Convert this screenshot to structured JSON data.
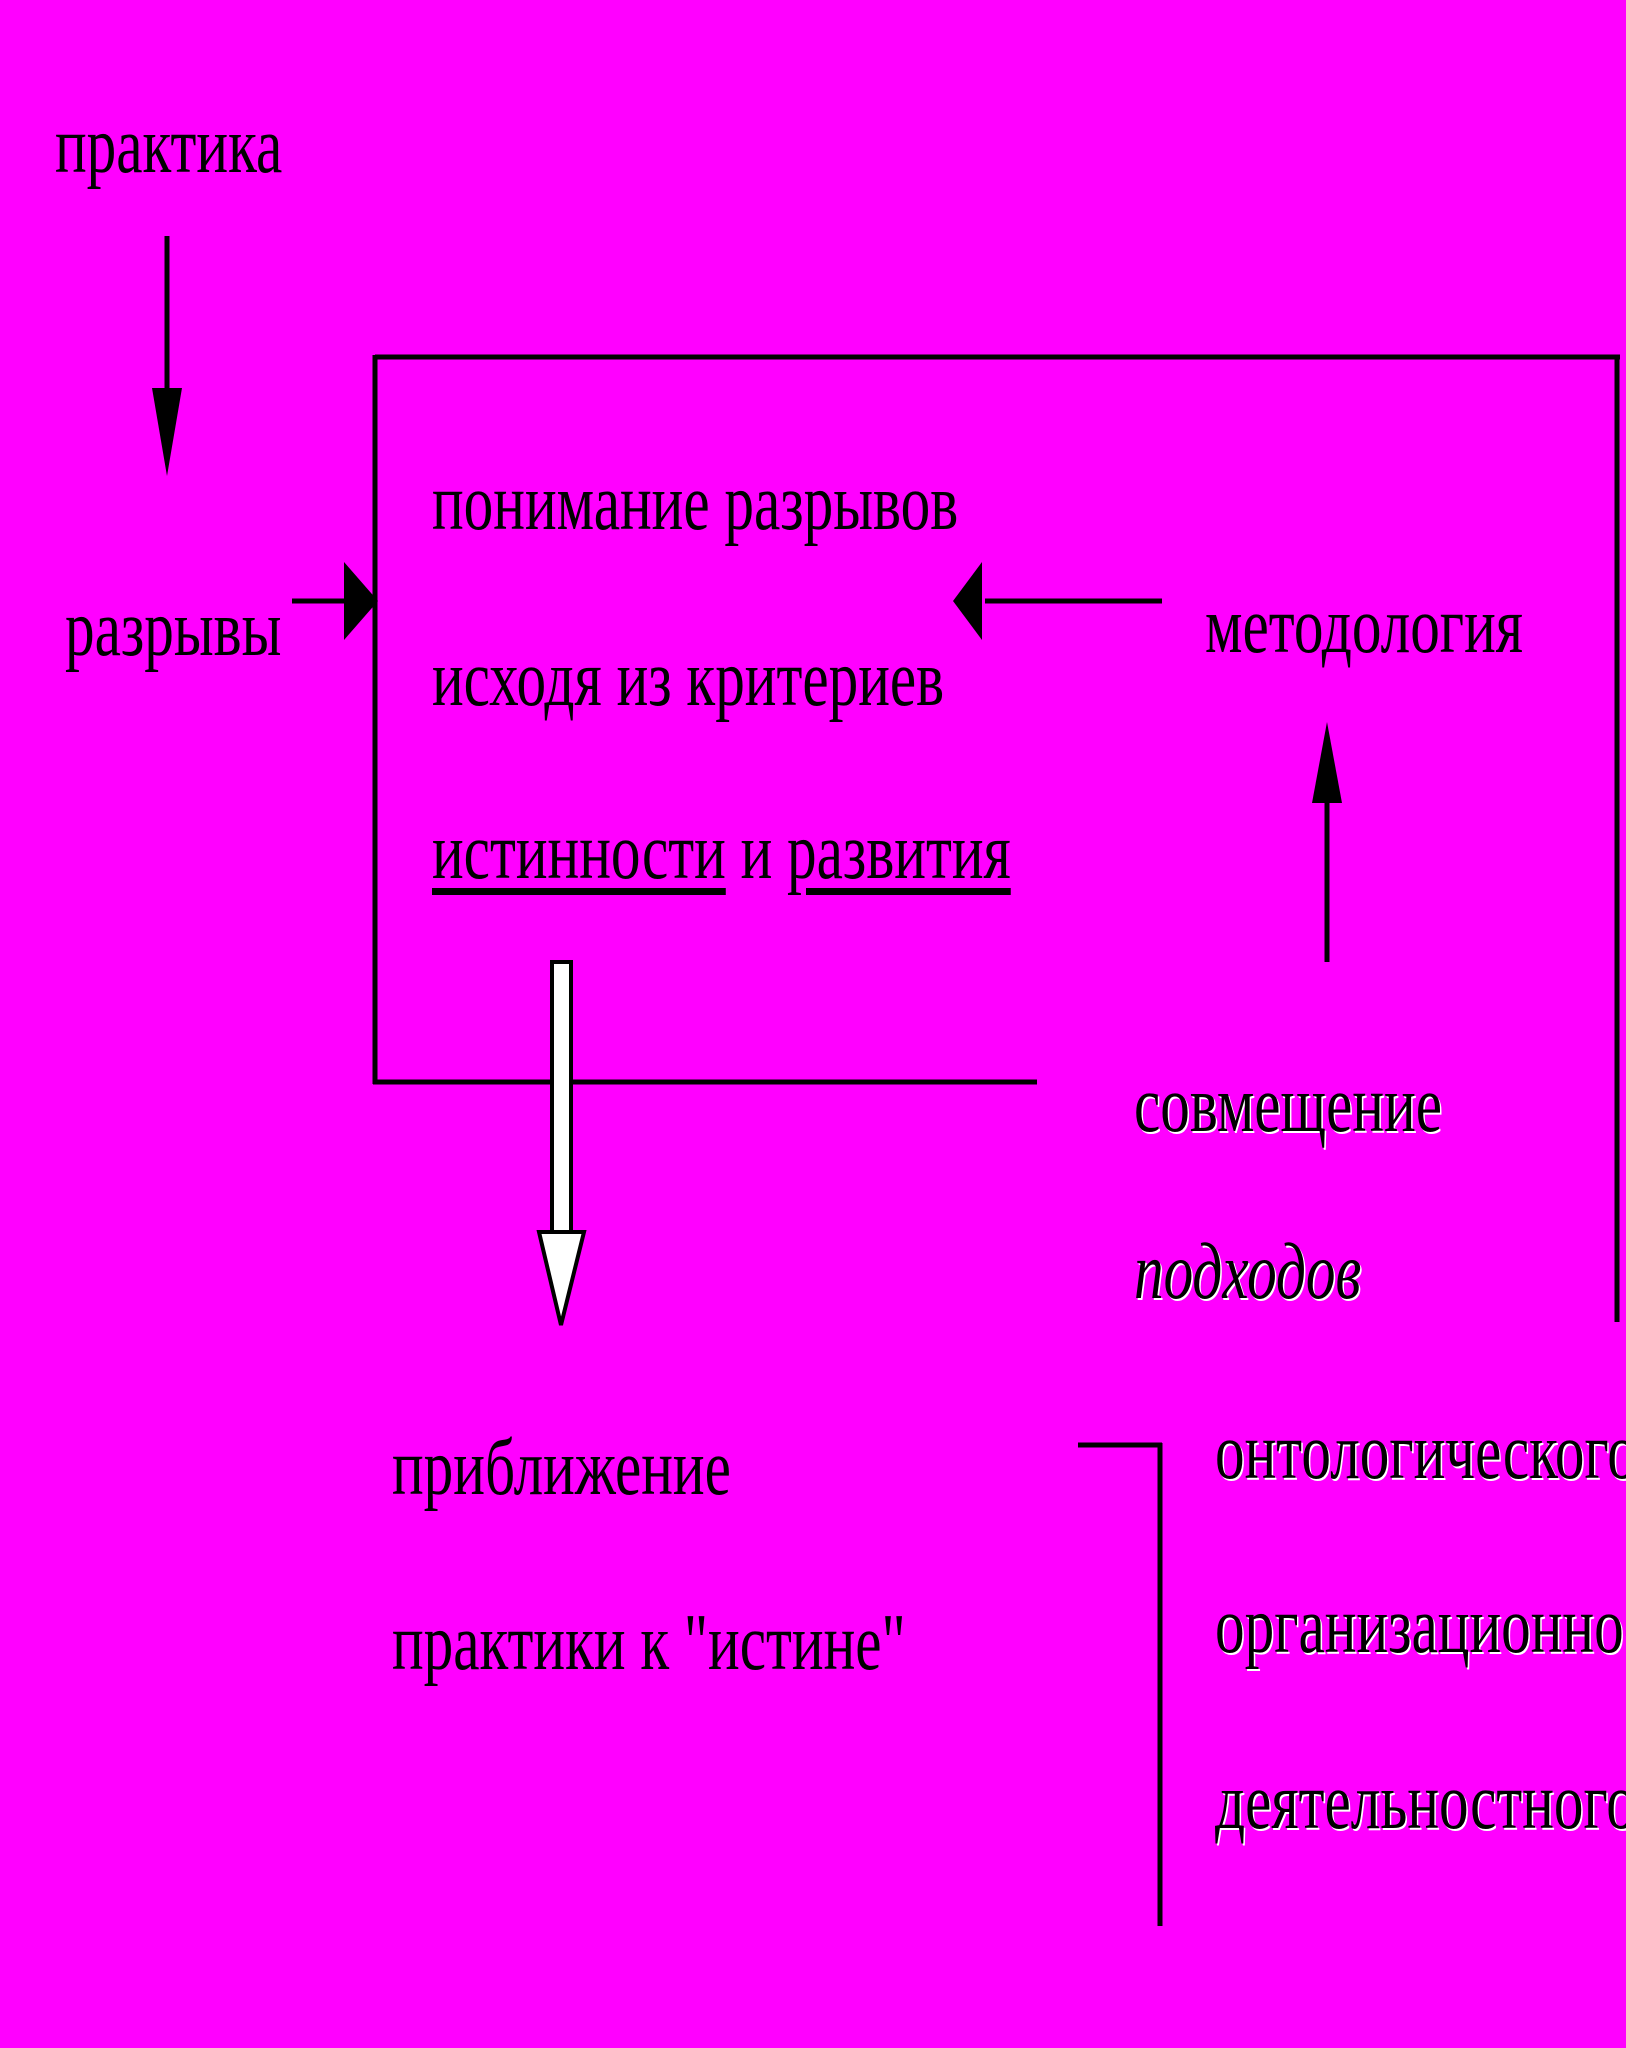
{
  "colors": {
    "background": "#ff00ff",
    "lines": "#000000",
    "hollow_arrow_fill": "#ffffff"
  },
  "nodes": {
    "praktika": "практика",
    "razryvy": "разрывы",
    "center": {
      "line1": "понимание разрывов",
      "line2": "исходя из критериев",
      "line3_word1": "истинности",
      "line3_conj": "и",
      "line3_word2": "развития"
    },
    "metodologiya": "методология",
    "sovmeshchenie": "совмещение",
    "podkhodov": "подходов",
    "priblizhenie": {
      "line1": "приближение",
      "line2": "практики к \"истине\""
    },
    "approaches": {
      "line1": "онтологического",
      "line2": "организационно-",
      "line3": "деятельностного"
    }
  }
}
